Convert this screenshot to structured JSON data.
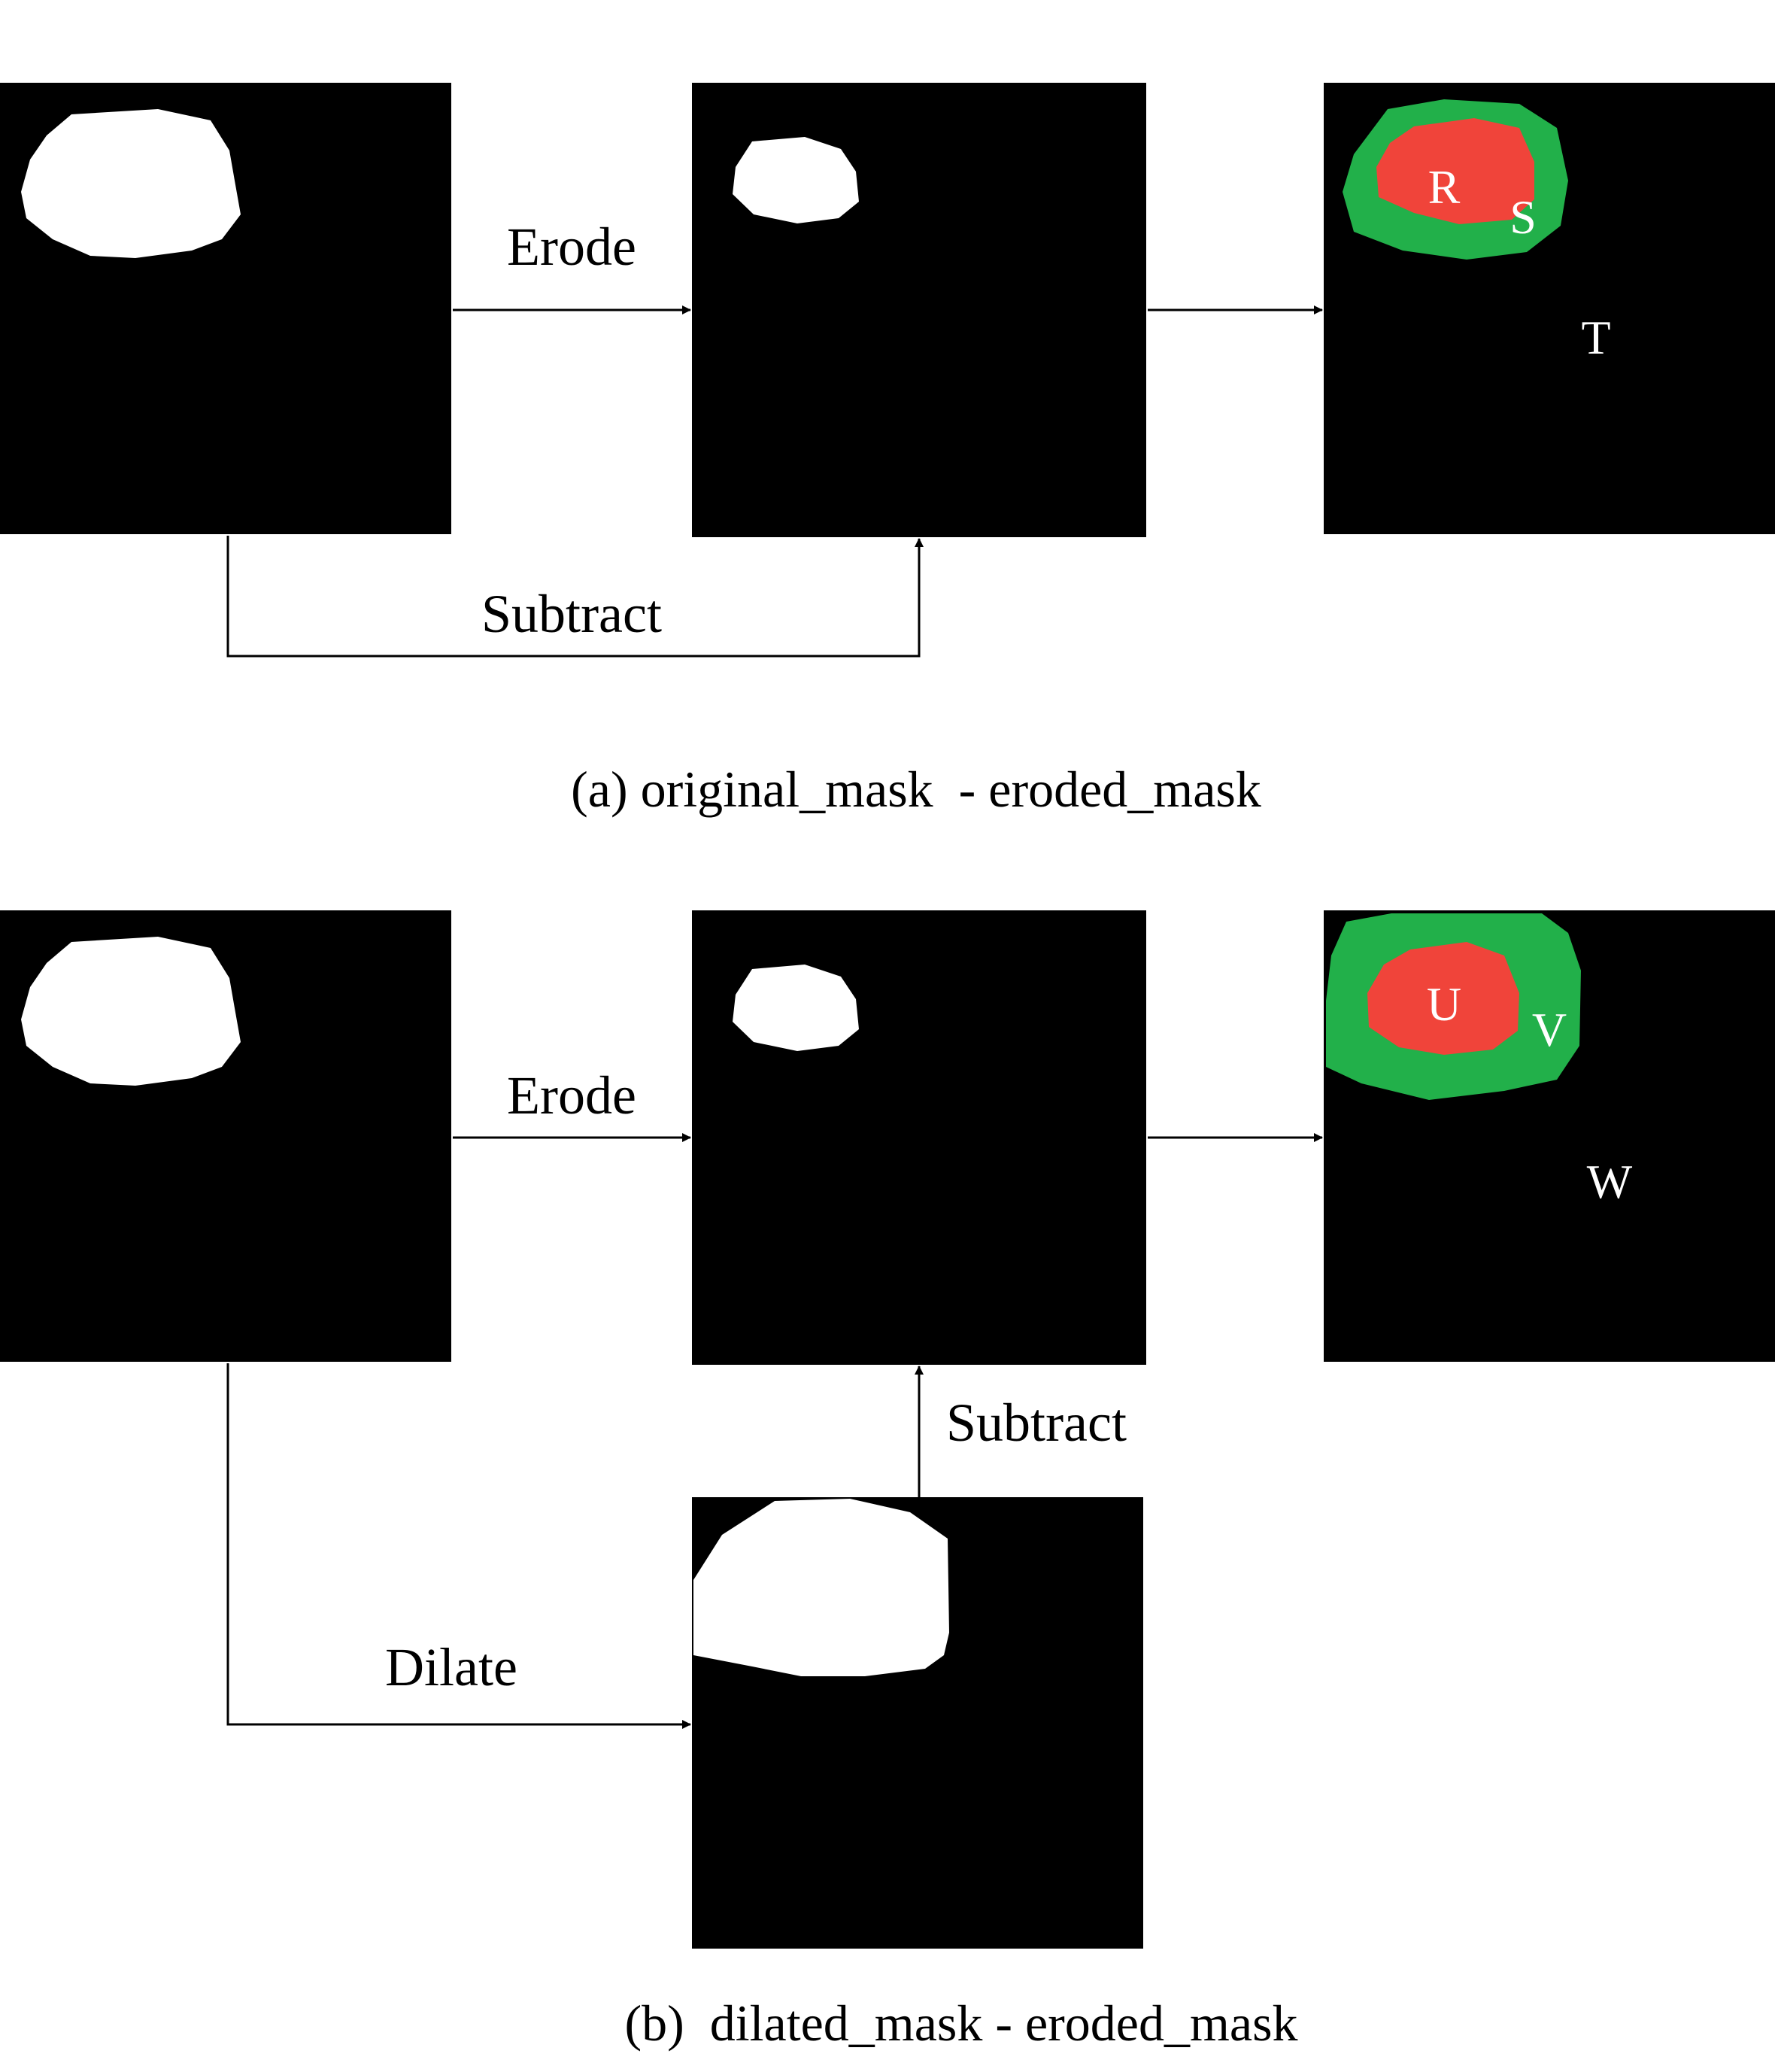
{
  "panel_a": {
    "erode_label": "Erode",
    "subtract_label": "Subtract",
    "caption": "(a) original_mask  - eroded_mask",
    "result_labels": {
      "inner": "R",
      "ring": "S",
      "background": "T"
    }
  },
  "panel_b": {
    "erode_label": "Erode",
    "subtract_label": "Subtract",
    "dilate_label": "Dilate",
    "caption": "(b)  dilated_mask - eroded_mask",
    "result_labels": {
      "inner": "U",
      "ring": "V",
      "background": "W"
    }
  },
  "colors": {
    "mask_background": "#000000",
    "mask_foreground": "#ffffff",
    "inner_region": "#f0443a",
    "ring_region": "#22b04a",
    "arrow": "#000000"
  }
}
